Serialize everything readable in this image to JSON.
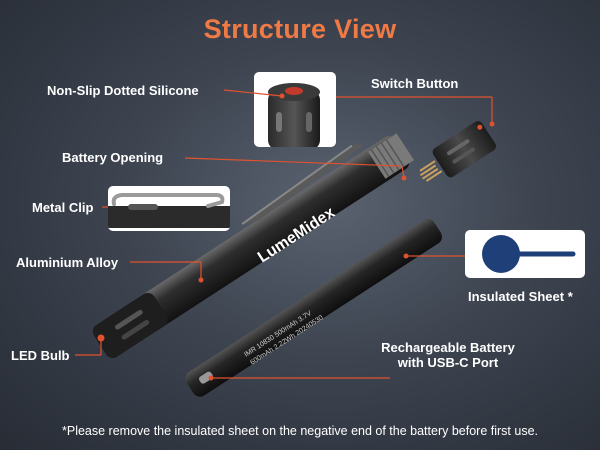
{
  "title": "Structure View",
  "labels": {
    "non_slip": "Non-Slip Dotted Silicone",
    "switch_button": "Switch Button",
    "battery_opening": "Battery Opening",
    "metal_clip": "Metal Clip",
    "aluminium_alloy": "Aluminium Alloy",
    "insulated_sheet": "Insulated Sheet *",
    "led_bulb": "LED Bulb",
    "battery_line1": "Rechargeable Battery",
    "battery_line2": "with USB-C Port"
  },
  "brand": "LumeMidex",
  "battery_print": {
    "line1": "IMR 10830  500mAh  3.7V",
    "line2": "600mAh  2.22Wh  20240530"
  },
  "footnote": "*Please remove the insulated sheet on the negative end of the battery before first use.",
  "colors": {
    "accent": "#f07a45",
    "leader": "#e0522f",
    "text": "#ffffff",
    "sheet": "#1f3f78"
  }
}
